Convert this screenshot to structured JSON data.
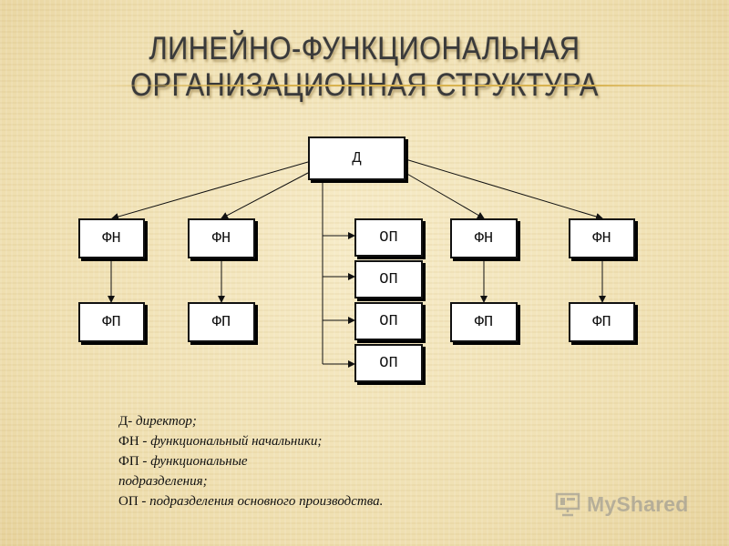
{
  "title": {
    "line1": "ЛИНЕЙНО-ФУНКЦИОНАЛЬНАЯ",
    "line2": "ОРГАНИЗАЦИОННАЯ СТРУКТУРА"
  },
  "diagram": {
    "director": "Д",
    "fn": [
      "ФН",
      "ФН",
      "ФН",
      "ФН"
    ],
    "fp": [
      "ФП",
      "ФП",
      "ФП",
      "ФП"
    ],
    "op": [
      "ОП",
      "ОП",
      "ОП",
      "ОП"
    ]
  },
  "legend": [
    {
      "term": "Д-",
      "definition": "директор;"
    },
    {
      "term": "ФН -",
      "definition": "функциональный начальники;"
    },
    {
      "term": "ФП -",
      "definition": "функциональные подразделения;"
    },
    {
      "term": "ОП -",
      "definition": "подразделения основного производства."
    }
  ],
  "watermark": {
    "text": "MyShared",
    "icon": "presentation-board-icon"
  },
  "colors": {
    "background": "#f3e6bd",
    "title_rule": "#d8b24f",
    "box_border": "#111111"
  }
}
